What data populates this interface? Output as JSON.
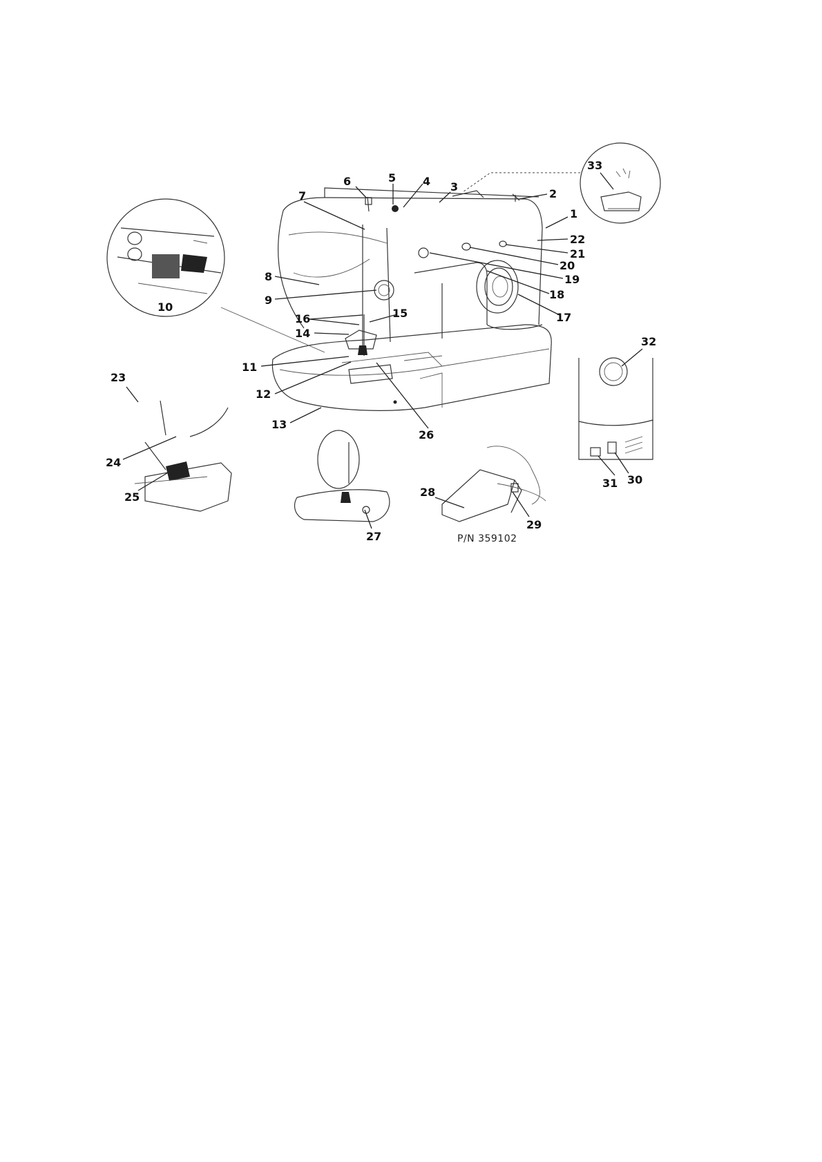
{
  "diagram": {
    "callouts": {
      "c1": "1",
      "c2": "2",
      "c3": "3",
      "c4": "4",
      "c5": "5",
      "c6": "6",
      "c7": "7",
      "c8": "8",
      "c9": "9",
      "c10": "10",
      "c11": "11",
      "c12": "12",
      "c13": "13",
      "c14": "14",
      "c15": "15",
      "c16": "16",
      "c17": "17",
      "c18": "18",
      "c19": "19",
      "c20": "20",
      "c21": "21",
      "c22": "22",
      "c23": "23",
      "c24": "24",
      "c25": "25",
      "c26": "26",
      "c27": "27",
      "c28": "28",
      "c29": "29",
      "c30": "30",
      "c31": "31",
      "c32": "32",
      "c33": "33"
    },
    "part_number": "P/N 359102"
  }
}
